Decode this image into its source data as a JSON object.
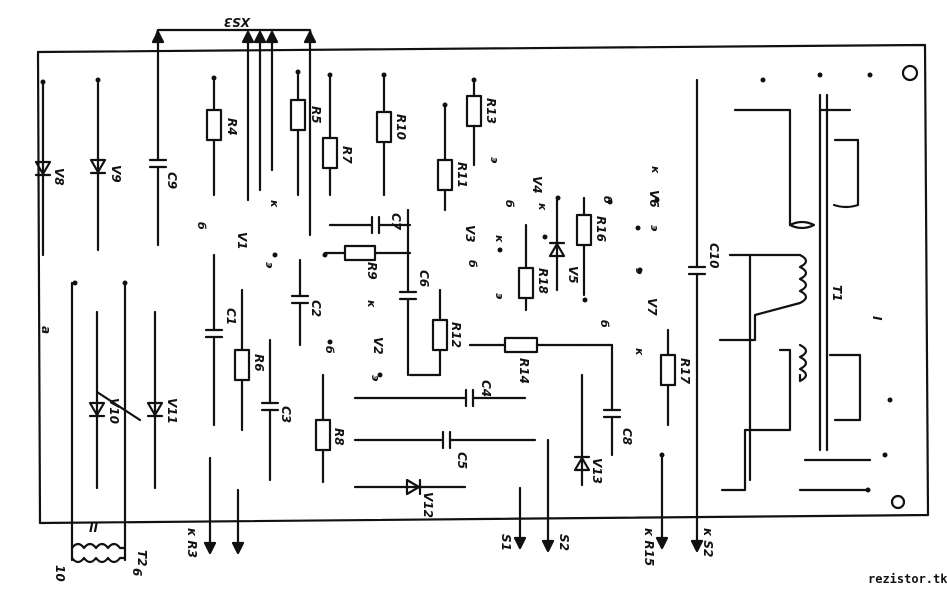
{
  "header": {
    "connector_top": "XS3"
  },
  "labels": {
    "V8": "V8",
    "V9": "V9",
    "C9": "C9",
    "R4": "R4",
    "R5": "R5",
    "R7": "R7",
    "R10": "R10",
    "R13": "R13",
    "R11": "R11",
    "C7": "C7",
    "R9": "R9",
    "C6": "C6",
    "R12": "R12",
    "R14": "R14",
    "R18": "R18",
    "V5": "V5",
    "R16": "R16",
    "C10": "C10",
    "T1": "T1",
    "V1": "V1",
    "V2": "V2",
    "V3": "V3",
    "V4": "V4",
    "V6": "V6",
    "V7": "V7",
    "C1": "C1",
    "C2": "C2",
    "R6": "R6",
    "C3": "C3",
    "R8": "R8",
    "C4": "C4",
    "C5": "C5",
    "V12": "V12",
    "V13": "V13",
    "C8": "C8",
    "R17": "R17",
    "V10": "V10",
    "V11": "V11"
  },
  "pins": {
    "b1": "б",
    "k1": "к",
    "e1": "э",
    "b2": "б",
    "k2": "к",
    "e2": "э",
    "b3": "б",
    "k3": "к",
    "e3": "э",
    "b4": "б",
    "k4": "к",
    "e4": "э",
    "b6": "б",
    "k6": "к",
    "e6": "э",
    "b7": "б",
    "k7": "к",
    "e7": "э"
  },
  "marks": {
    "a": "а",
    "one": "I",
    "two": "II"
  },
  "bottom": {
    "xr3": "к R3",
    "s1": "S1",
    "s2": "S2",
    "xr15": "к R15",
    "xs2": "к S2",
    "t2": "T2",
    "n10": "10",
    "n6": "6"
  },
  "watermark": "rezistor.tk"
}
